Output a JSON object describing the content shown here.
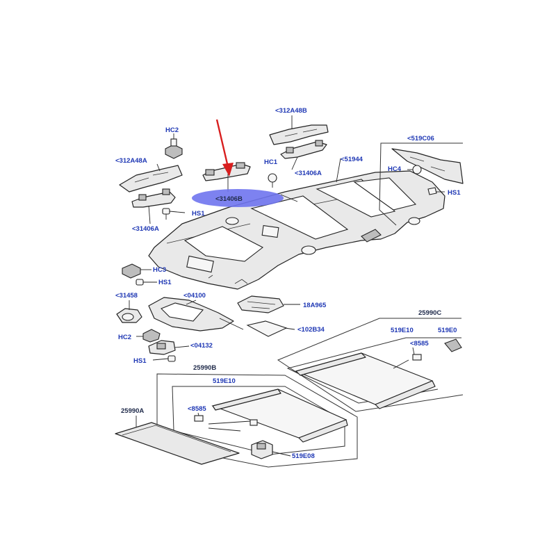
{
  "labels": {
    "hc2_top": "HC2",
    "p312a48a": "<312A48A",
    "p31406a_left": "<31406A",
    "hs1_top": "HS1",
    "p31406b": "<31406B",
    "hc1": "HC1",
    "p312a48b": "<312A48B",
    "p31406a_right": "<31406A",
    "p51944": "<51944",
    "p519c06": "<519C06",
    "hc4": "HC4",
    "hs1_right": "HS1",
    "hc3": "HC3",
    "hs1_mid": "HS1",
    "p31458": "<31458",
    "p04100": "<04100",
    "p18a965": "18A965",
    "p102b34": "<102B34",
    "hc2_mid": "HC2",
    "p04132": "<04132",
    "hs1_low": "HS1",
    "p25990c": "25990C",
    "p519e10_right": "519E10",
    "p519e0_cut": "519E0",
    "p8585_right": "<8585",
    "p25990b": "25990B",
    "p519e10_left": "519E10",
    "p25990a": "25990A",
    "p8585_left": "<8585",
    "p519e08": "519E08"
  },
  "colors": {
    "label": "#1e37b4",
    "highlight": "#6f74ee",
    "arrow": "#d81e1e",
    "line": "#222222"
  }
}
